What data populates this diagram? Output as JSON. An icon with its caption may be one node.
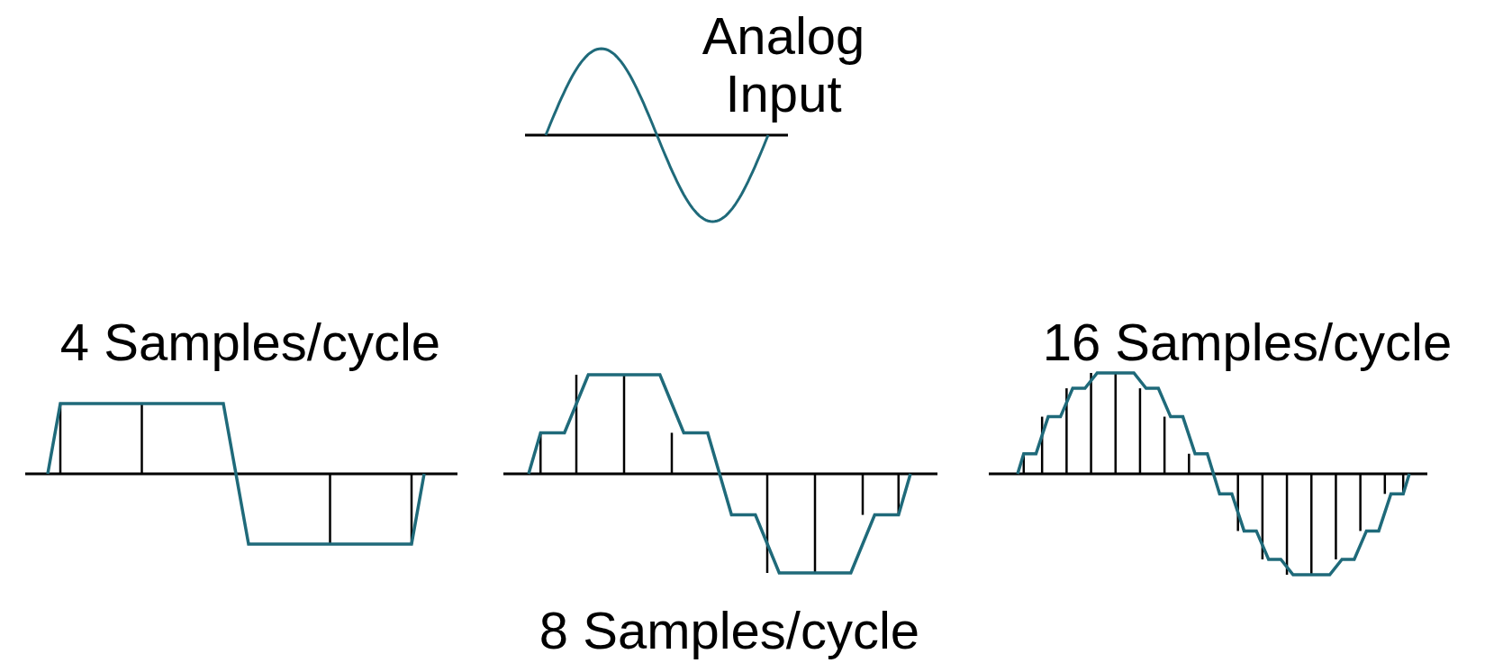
{
  "diagram": {
    "labels": [
      "Analog Input",
      "4 Samples/cycle",
      "16 Samples/cycle",
      "8 Samples/cycle"
    ]
  }
}
